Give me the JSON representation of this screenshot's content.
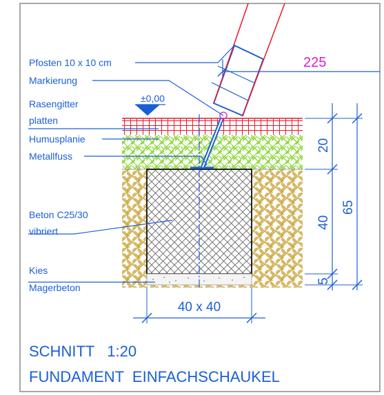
{
  "labels": {
    "pfosten": "Pfosten 10 x 10 cm",
    "markierung": "Markierung",
    "rasengitter_1": "Rasengitter",
    "rasengitter_2": "platten",
    "humusplanie": "Humusplanie",
    "metallfuss": "Metallfuss",
    "beton_1": "Beton C25/30",
    "beton_2": "vibriert",
    "kies": "Kies",
    "magerbeton": "Magerbeton",
    "level": "±0,00"
  },
  "dimensions": {
    "post_offset": "225",
    "layer_top": "20",
    "layer_mid": "40",
    "layer_bottom": "5",
    "total_depth": "65",
    "foundation_size": "40 x 40"
  },
  "title": {
    "line1": "SCHNITT   1:20",
    "line2": "FUNDAMENT  EINFACHSCHAUKEL"
  },
  "colors": {
    "annotation": "#1a5fd6",
    "post_edge": "#e8182a",
    "offset_dimension": "#d61fd0",
    "paving": "#e8182a",
    "humus": "#8cd636",
    "soil": "#c9a43a",
    "concrete": "#555555"
  }
}
